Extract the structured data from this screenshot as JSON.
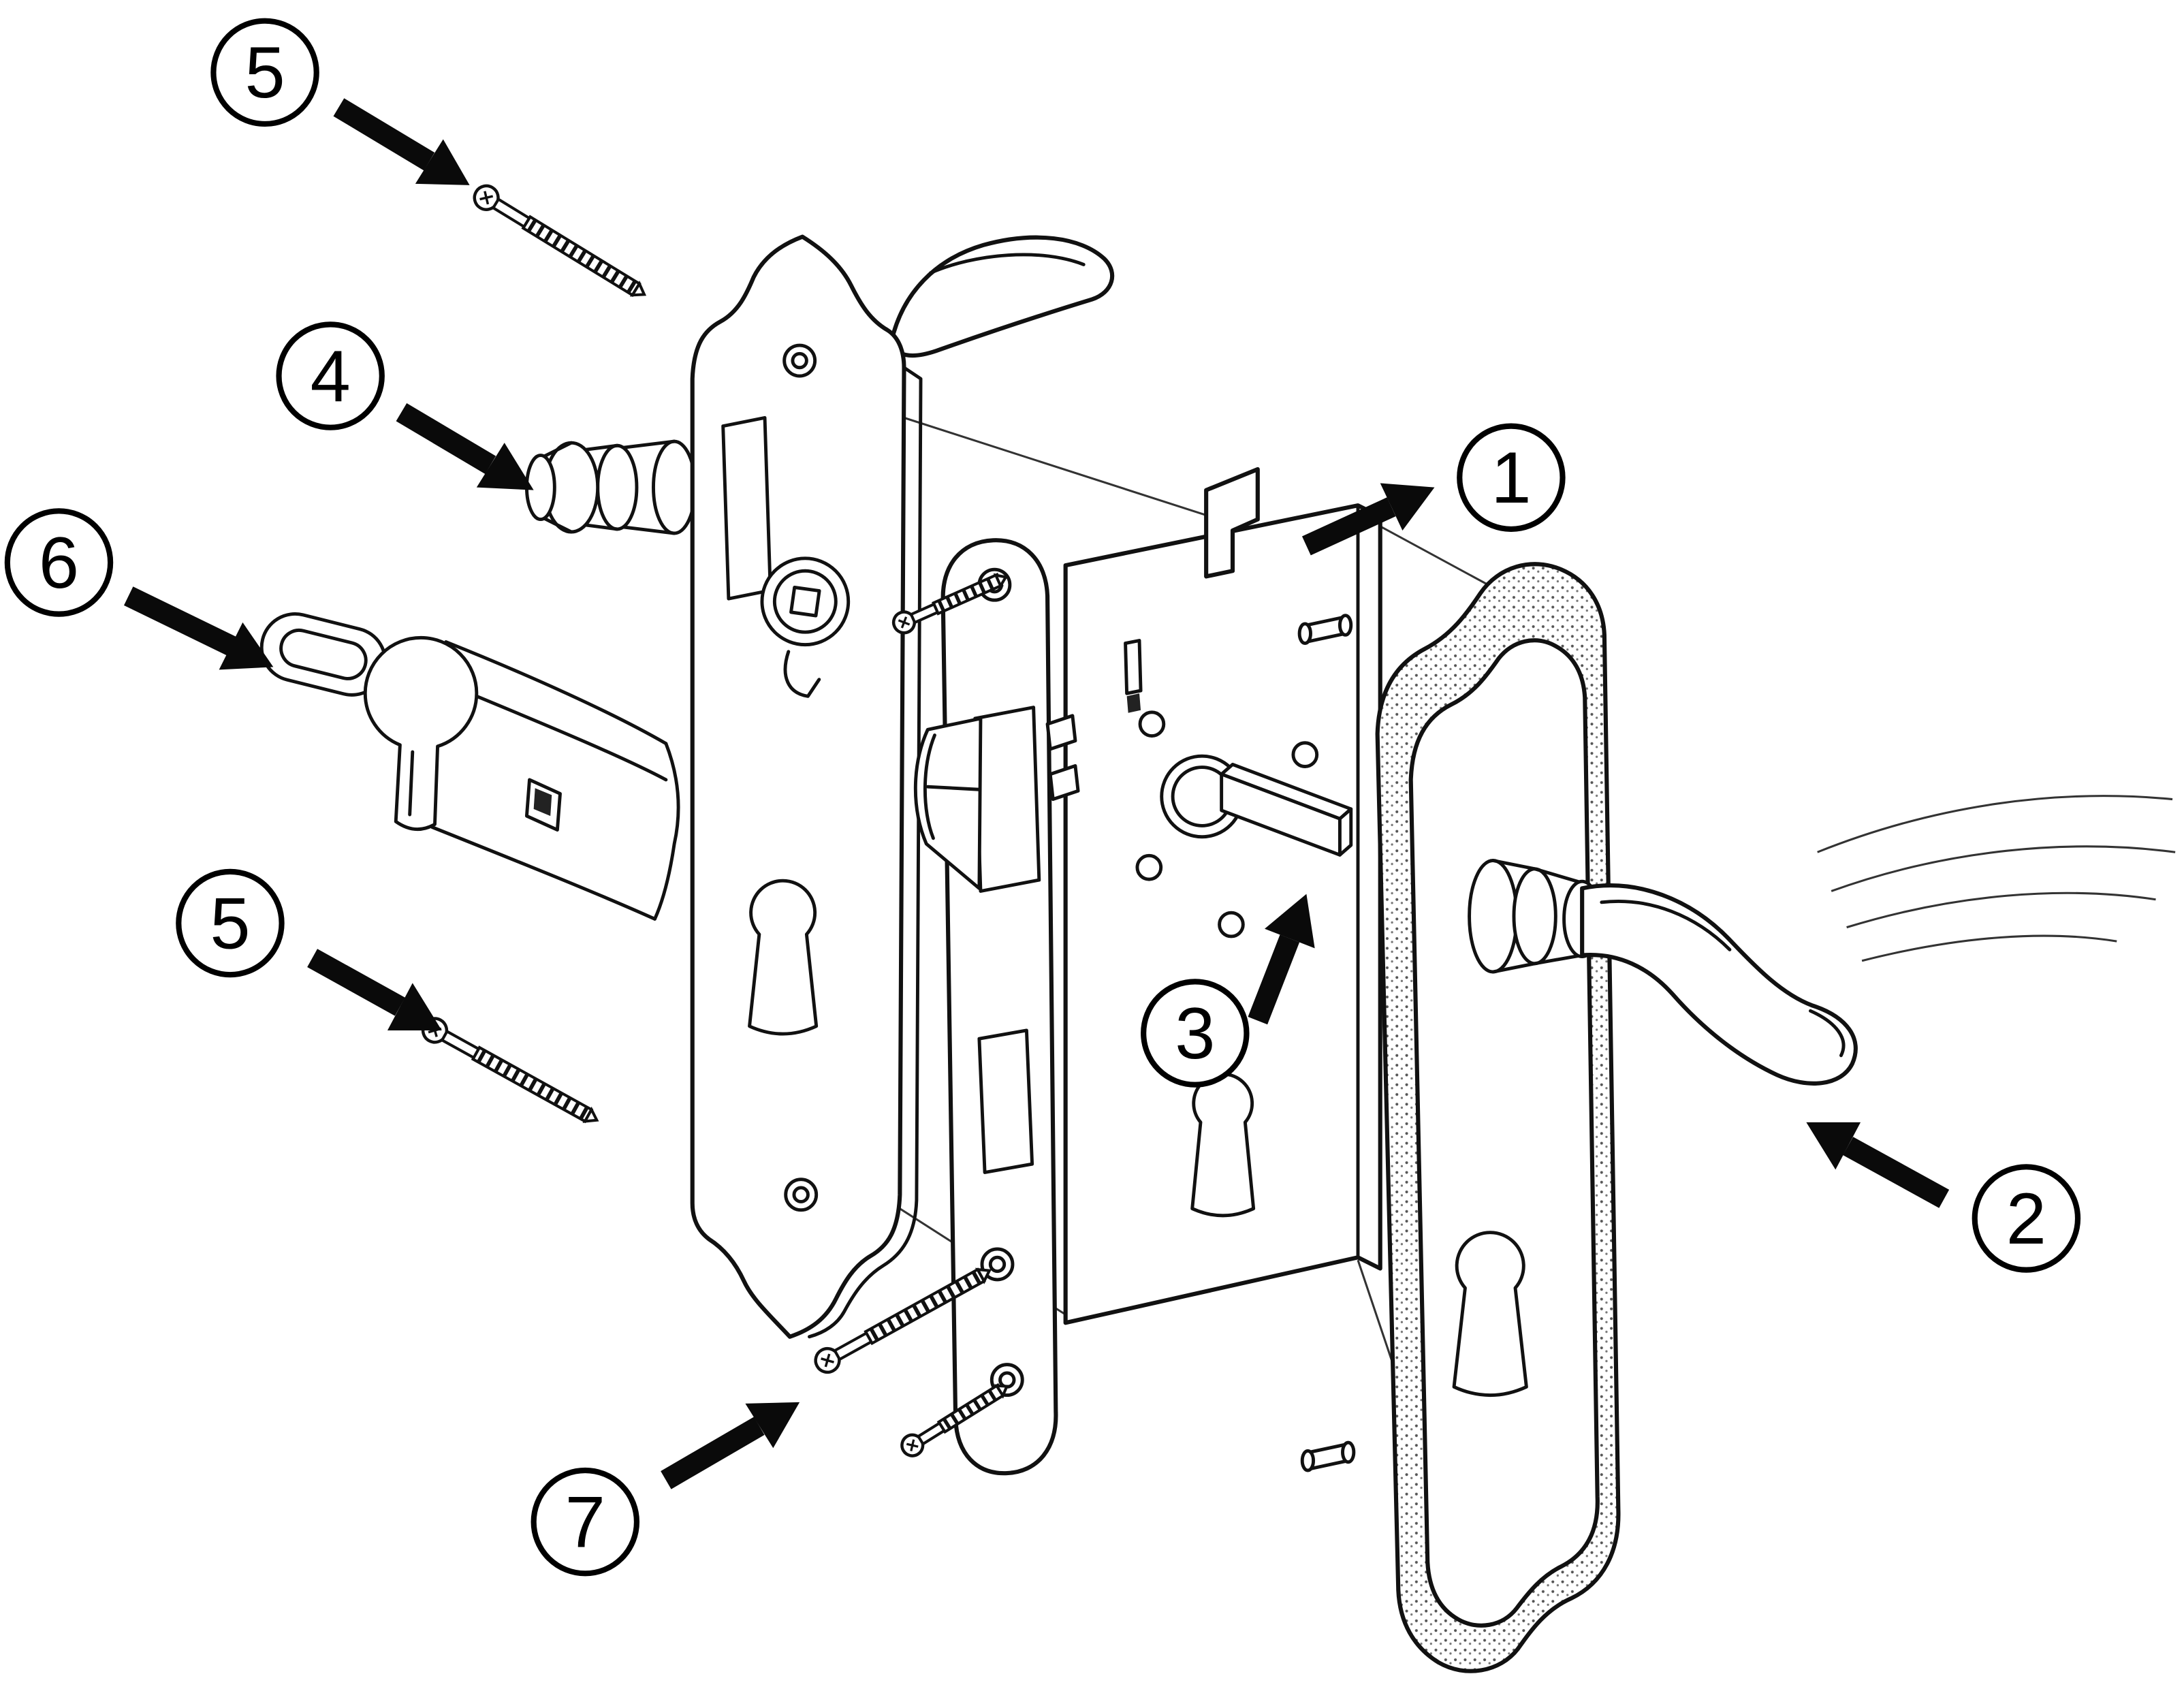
{
  "figure": {
    "type": "exploded-assembly-diagram",
    "subject": "door-lock-set-installation"
  },
  "colors": {
    "line": "#111111",
    "background": "#ffffff",
    "arrow": "#0a0a0a"
  },
  "callouts": [
    {
      "label": "5",
      "part": "mounting-screw-upper"
    },
    {
      "label": "4",
      "part": "interior-knob"
    },
    {
      "label": "6",
      "part": "cylinder-with-thumbturn"
    },
    {
      "label": "5",
      "part": "mounting-screw-lower"
    },
    {
      "label": "7",
      "part": "faceplate-screws"
    },
    {
      "label": "1",
      "part": "lock-body"
    },
    {
      "label": "3",
      "part": "spindle"
    },
    {
      "label": "2",
      "part": "exterior-handle-plate"
    }
  ]
}
